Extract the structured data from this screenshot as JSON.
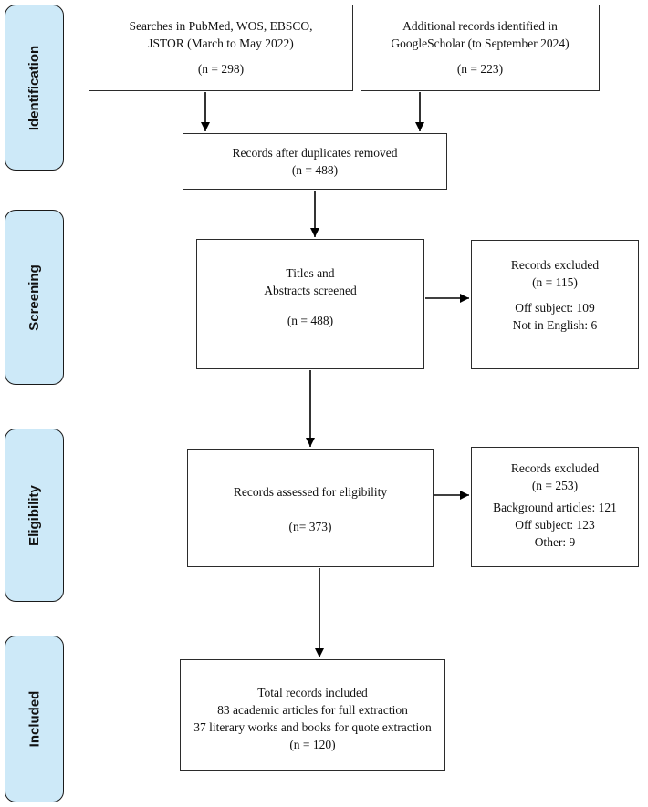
{
  "sidebar": {
    "fill_color": "#cde9f8",
    "stages": [
      {
        "label": "Identification"
      },
      {
        "label": "Screening"
      },
      {
        "label": "Eligibility"
      },
      {
        "label": "Included"
      }
    ]
  },
  "boxes": {
    "search": {
      "lines": [
        "Searches in PubMed, WOS, EBSCO,",
        "JSTOR (March to May 2022)"
      ],
      "count": "(n = 298)"
    },
    "additional": {
      "lines": [
        "Additional records identified in",
        "GoogleScholar (to September 2024)"
      ],
      "count": "(n = 223)"
    },
    "duplicates": {
      "line": "Records after duplicates removed",
      "count": "(n = 488)"
    },
    "screened": {
      "lines": [
        "Titles and",
        "Abstracts screened"
      ],
      "count": "(n = 488)"
    },
    "excluded_screening": {
      "title": "Records excluded",
      "count": "(n = 115)",
      "details": [
        "Off subject: 109",
        "Not in English: 6"
      ]
    },
    "eligibility": {
      "line": "Records assessed for eligibility",
      "count": "(n= 373)"
    },
    "excluded_eligibility": {
      "title": "Records excluded",
      "count": "(n = 253)",
      "details": [
        "Background articles: 121",
        "Off subject: 123",
        "Other: 9"
      ]
    },
    "included": {
      "lines": [
        "Total records included",
        "83 academic articles for full extraction",
        "37 literary works and books for quote extraction"
      ],
      "count": "(n = 120)"
    }
  }
}
